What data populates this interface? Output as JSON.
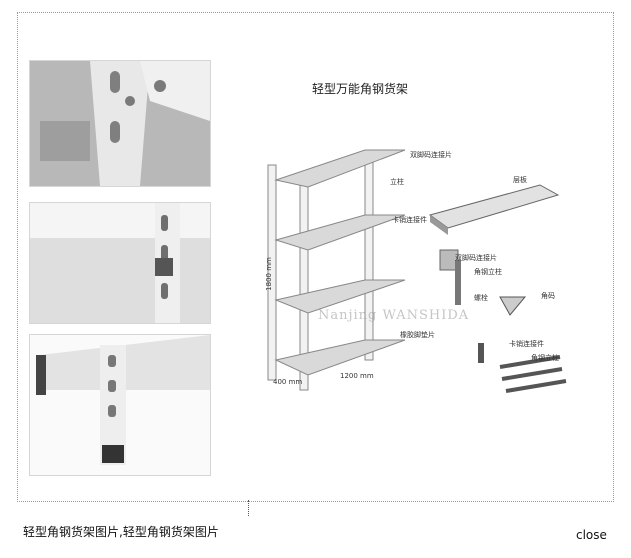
{
  "diagram": {
    "title": "轻型万能角钢货架",
    "labels": {
      "double_connector": "双脚码连接片",
      "upright": "立柱",
      "clip_connector": "卡销连接件",
      "shelf_panel": "层板",
      "double_connector_2": "双脚码连接片",
      "angle_upright": "角钢立柱",
      "bolt": "螺栓",
      "corner_code": "角码",
      "rubber_foot": "橡胶脚垫片",
      "clip_connector_2": "卡销连接件",
      "angle_upright_2": "角钢立柱",
      "height_dim": "1800 mm",
      "width_dim": "1200 mm",
      "depth_dim": "400 mm"
    },
    "watermark": "Nanjing WANSHIDA"
  },
  "caption": "轻型角钢货架图片,轻型角钢货架图片",
  "close_label": "close"
}
